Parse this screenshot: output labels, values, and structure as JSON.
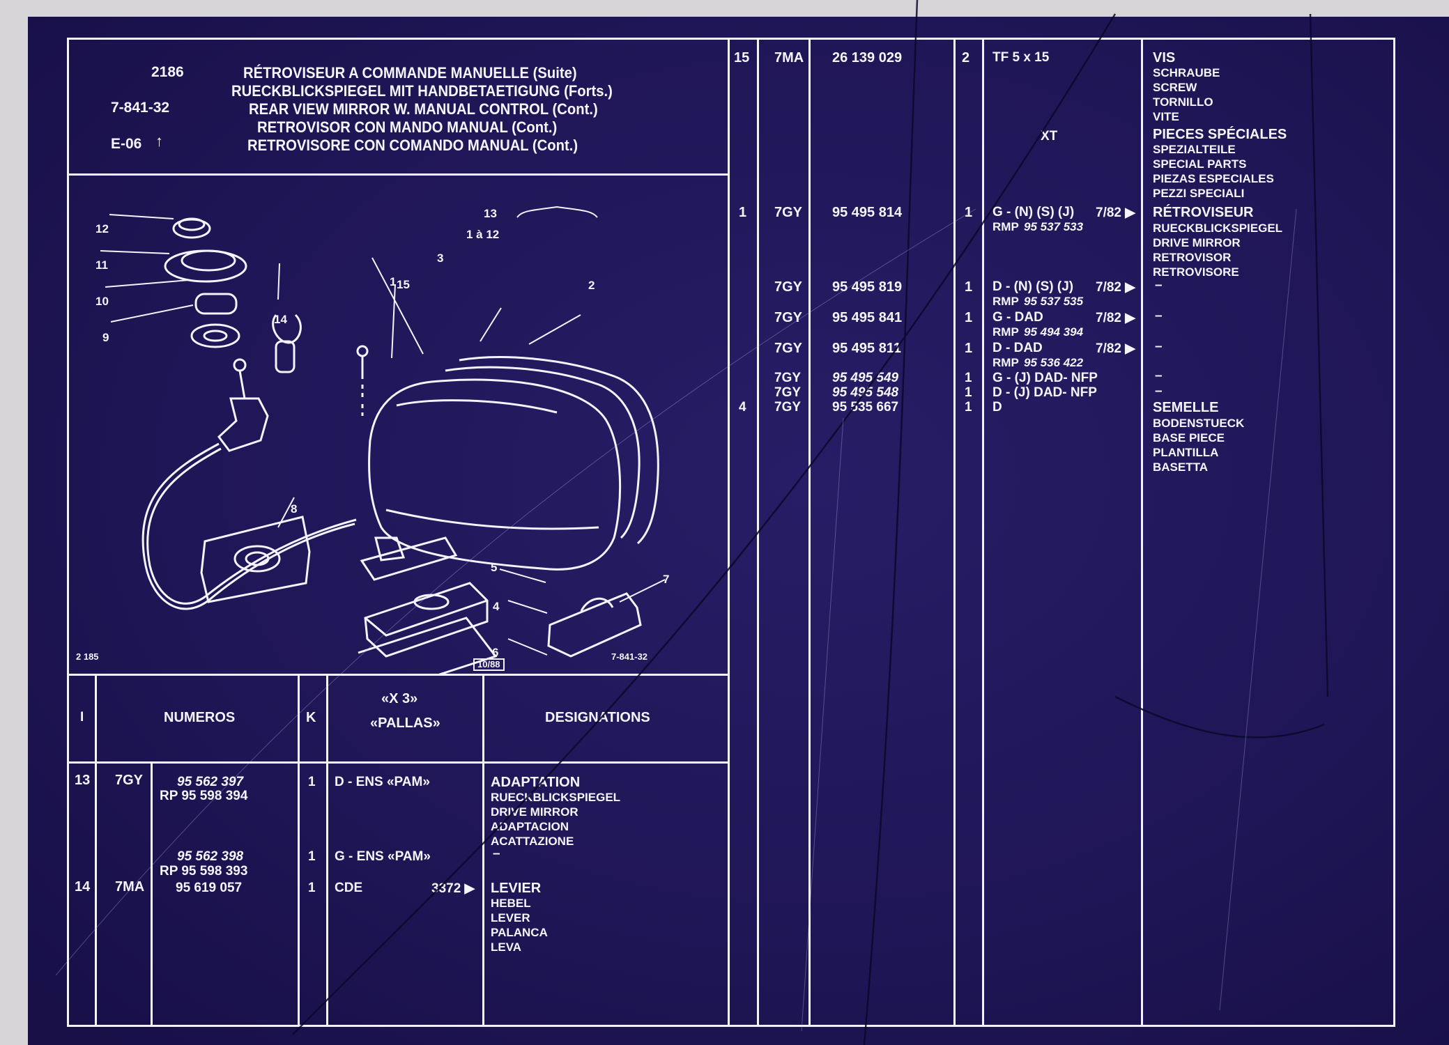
{
  "header": {
    "code1": "2186",
    "code2": "7-841-32",
    "code3": "E-06",
    "arrow": "↑",
    "title_fr": "RÉTROVISEUR A COMMANDE MANUELLE (Suite)",
    "title_de": "RUECKBLICKSPIEGEL MIT HANDBETAETIGUNG (Forts.)",
    "title_en": "REAR VIEW MIRROR W. MANUAL CONTROL (Cont.)",
    "title_es": "RETROVISOR CON MANDO MANUAL (Cont.)",
    "title_it": "RETROVISORE CON COMANDO MANUAL (Cont.)"
  },
  "diagram": {
    "callouts": [
      "12",
      "11",
      "10",
      "9",
      "15",
      "14",
      "1",
      "3",
      "13",
      "1 à 12",
      "2",
      "8",
      "5",
      "4",
      "6",
      "7"
    ],
    "ref_left": "2 185",
    "ref_mid": "10/88",
    "ref_right": "7-841-32"
  },
  "left_table": {
    "headers": {
      "i": "I",
      "numeros": "NUMEROS",
      "k": "K",
      "model1": "«X 3»",
      "model2": "«PALLAS»",
      "designations": "DESIGNATIONS"
    },
    "rows": [
      {
        "i": "13",
        "code": "7GY",
        "num": "95  562  397",
        "rp": "RP 95  598  394",
        "k": "1",
        "model": "D - ENS «PAM»",
        "extra": "",
        "desig": [
          "ADAPTATION",
          "RUECKBLICKSPIEGEL",
          "DRIVE MIRROR",
          "ADAPTACION",
          "ACATTAZIONE"
        ]
      },
      {
        "i": "",
        "code": "",
        "num": "95  562  398",
        "rp": "RP 95  598  393",
        "k": "1",
        "model": "G - ENS «PAM»",
        "extra": "",
        "desig": [
          "–"
        ]
      },
      {
        "i": "14",
        "code": "7MA",
        "num": "95  619  057",
        "rp": "",
        "k": "1",
        "model": "CDE",
        "extra": "3372 ▶",
        "desig": [
          "LEVIER",
          "HEBEL",
          "LEVER",
          "PALANCA",
          "LEVA"
        ]
      }
    ]
  },
  "right_table": {
    "rows": [
      {
        "i": "15",
        "code": "7MA",
        "num": "26  139  029",
        "k": "2",
        "model": "TF 5 x 15",
        "sub": "XT",
        "desig": [
          "VIS",
          "SCHRAUBE",
          "SCREW",
          "TORNILLO",
          "VITE"
        ],
        "desig2": [
          "PIECES SPÉCIALES",
          "SPEZIALTEILE",
          "SPECIAL PARTS",
          "PIEZAS ESPECIALES",
          "PEZZI SPECIALI"
        ]
      },
      {
        "i": "1",
        "code": "7GY",
        "num": "95  495  814",
        "k": "1",
        "model": "G - (N) (S) (J)",
        "date": "7/82 ▶",
        "rmp": "95 537 533",
        "desig": [
          "RÉTROVISEUR",
          "RUECKBLICKSPIEGEL",
          "DRIVE MIRROR",
          "RETROVISOR",
          "RETROVISORE"
        ]
      },
      {
        "i": "",
        "code": "7GY",
        "num": "95  495  819",
        "k": "1",
        "model": "D - (N) (S) (J)",
        "date": "7/82 ▶",
        "rmp": "95 537 535",
        "desig": [
          "–"
        ]
      },
      {
        "i": "",
        "code": "7GY",
        "num": "95  495  841",
        "k": "1",
        "model": "G - DAD",
        "date": "7/82 ▶",
        "rmp": "95 494 394",
        "desig": [
          "–"
        ]
      },
      {
        "i": "",
        "code": "7GY",
        "num": "95  495  811",
        "k": "1",
        "model": "D - DAD",
        "date": "7/82 ▶",
        "rmp": "95 536 422",
        "desig": [
          "–"
        ]
      },
      {
        "i": "",
        "code": "7GY",
        "num": "95  495  549",
        "k": "1",
        "model": "G - (J) DAD- NFP",
        "desig": [
          "–"
        ]
      },
      {
        "i": "",
        "code": "7GY",
        "num": "95  495  548",
        "k": "1",
        "model": "D - (J) DAD- NFP",
        "desig": [
          "–"
        ]
      },
      {
        "i": "4",
        "code": "7GY",
        "num": "95  535  667",
        "k": "1",
        "model": "D",
        "desig": [
          "SEMELLE",
          "BODENSTUECK",
          "BASE PIECE",
          "PLANTILLA",
          "BASETTA"
        ]
      }
    ],
    "rmp_prefix": "RMP"
  }
}
